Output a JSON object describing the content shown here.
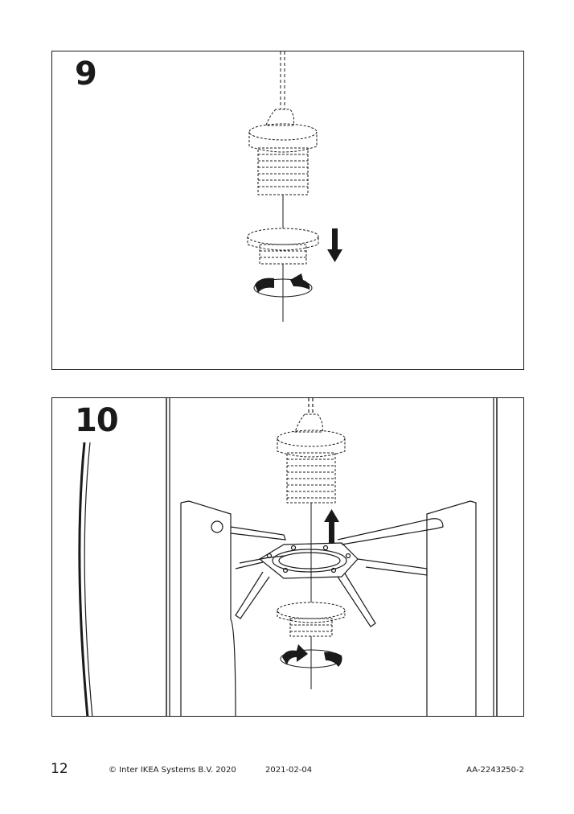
{
  "steps": [
    {
      "number": "9"
    },
    {
      "number": "10"
    }
  ],
  "footer": {
    "page_number": "12",
    "copyright": "© Inter IKEA Systems B.V. 2020",
    "date": "2021-02-04",
    "doc_code": "AA-2243250-2"
  },
  "icons": {
    "step9": [
      "lamp-cord-icon",
      "lamp-socket-icon",
      "shade-ring-icon",
      "arrow-down-icon",
      "rotate-arrow-icon"
    ],
    "step10": [
      "lamp-shade-frame-icon",
      "lamp-socket-icon",
      "arrow-up-icon",
      "shade-ring-icon",
      "rotate-arrow-icon"
    ]
  },
  "colors": {
    "line": "#1a1a1a",
    "background": "#ffffff"
  }
}
